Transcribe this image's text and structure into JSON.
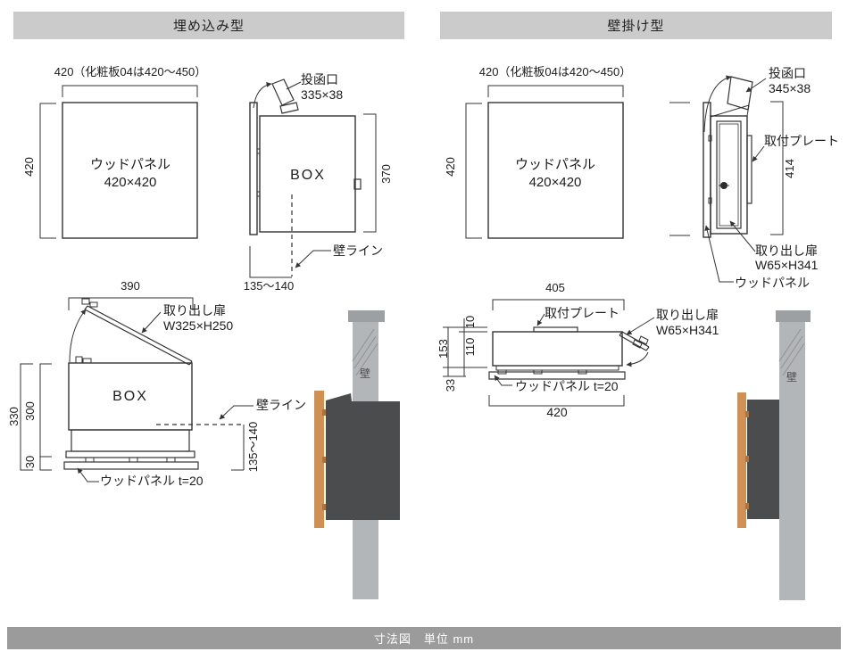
{
  "page": {
    "title_left": "埋め込み型",
    "title_right": "壁掛け型",
    "footer": "寸法図　単位 mm"
  },
  "embedded": {
    "front": {
      "dim_width_note": "420（化粧板04は420～450）",
      "dim_height": "420",
      "panel_name": "ウッドパネル",
      "panel_size": "420×420"
    },
    "side": {
      "slot_name": "投函口",
      "slot_size": "335×38",
      "box": "BOX",
      "dim_height": "370",
      "wall_line": "壁ライン",
      "dim_wall_depth": "135～140"
    },
    "open_view": {
      "dim_width": "390",
      "door_name": "取り出し扉",
      "door_size": "W325×H250",
      "box": "BOX",
      "wall_line": "壁ライン",
      "dim_total_height": "330",
      "dim_box_height": "300",
      "dim_base_height": "30",
      "panel_note": "ウッドパネル t=20",
      "dim_wall_depth": "135～140"
    },
    "photo_wall": "壁"
  },
  "wall_mount": {
    "front": {
      "dim_width_note": "420（化粧板04は420～450）",
      "dim_height": "420",
      "panel_name": "ウッドパネル",
      "panel_size": "420×420"
    },
    "side": {
      "slot_name": "投函口",
      "slot_size": "345×38",
      "plate_name": "取付プレート",
      "dim_height": "414",
      "door_name": "取り出し扉",
      "door_size": "W65×H341",
      "panel_name": "ウッドパネル"
    },
    "top_view": {
      "dim_width": "405",
      "plate_name": "取付プレート",
      "door_name": "取り出し扉",
      "door_size": "W65×H341",
      "dim_plate": "10",
      "dim_body": "110",
      "dim_total": "153",
      "dim_base": "33",
      "panel_note": "ウッドパネル t=20",
      "dim_panel_width": "420"
    },
    "photo_wall": "壁"
  },
  "colors": {
    "header_bg": "#cbcbcb",
    "footer_bg": "#9b9b9b",
    "line": "#333333",
    "wall_gray": "#b3b6b8",
    "wall_cap": "#9da0a2",
    "box_dark": "#4a4c4e",
    "wood_orange": "#cf9055"
  }
}
